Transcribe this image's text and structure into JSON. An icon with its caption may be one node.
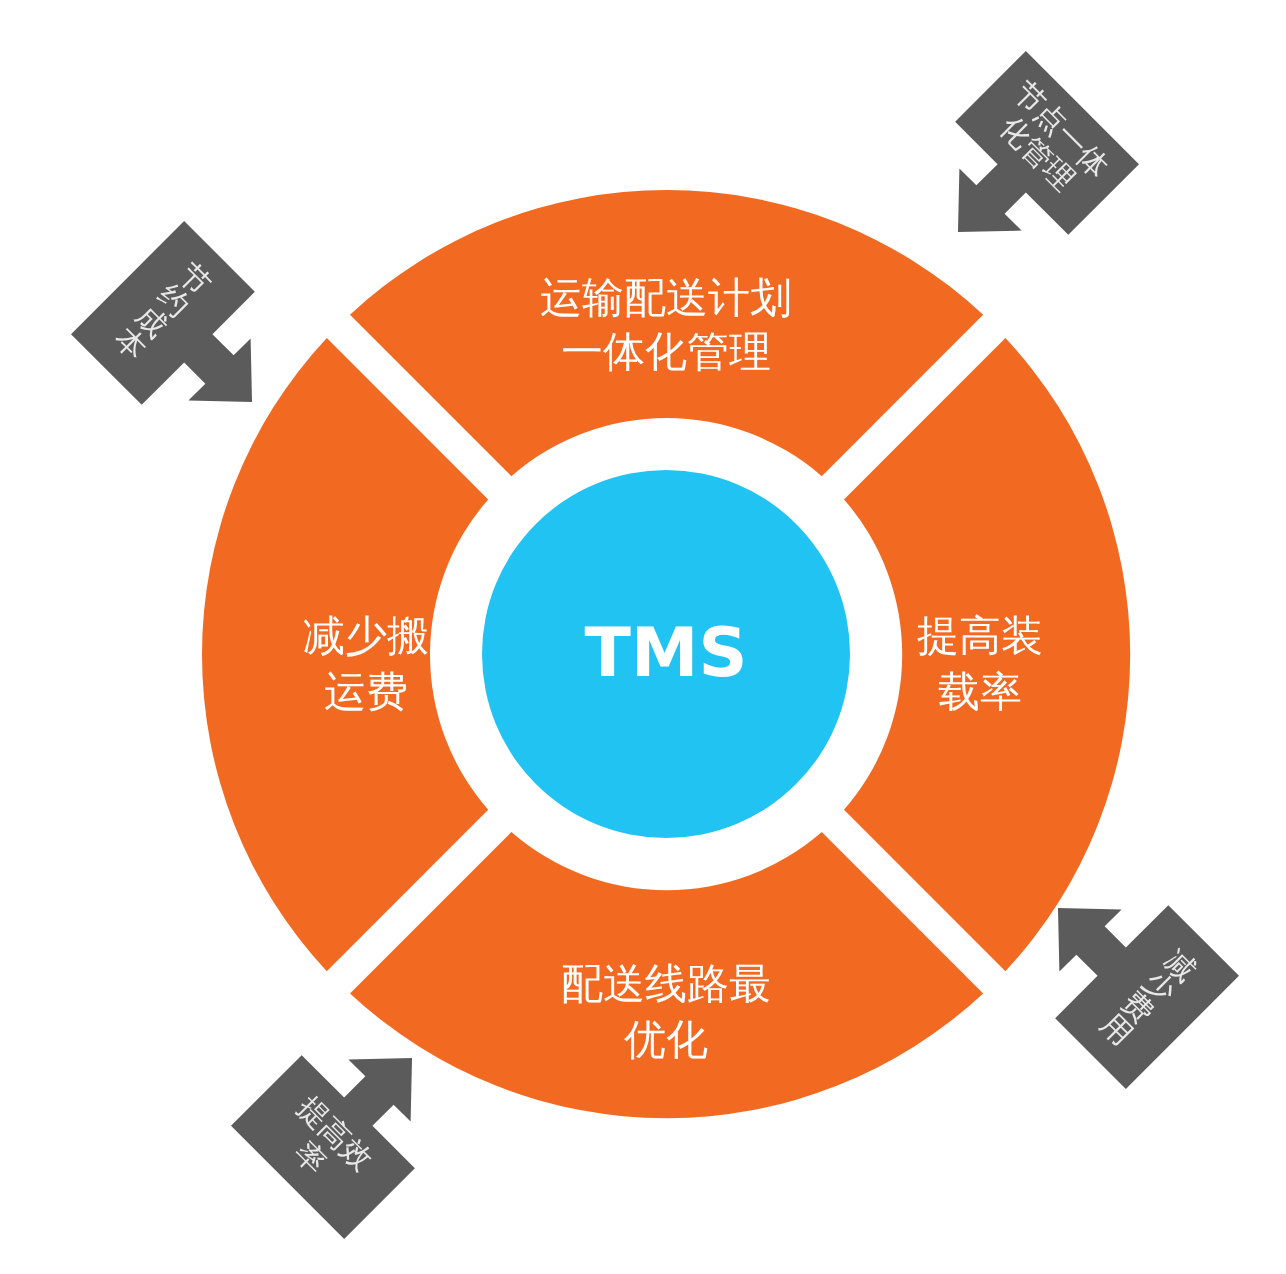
{
  "diagram": {
    "nodes": [
      {
        "text": [
          "运输配送计划一体化管理"
        ]
      },
      {
        "text": [
          "节点一体化管理"
        ]
      },
      {
        "text": [
          "节约成本"
        ]
      },
      {
        "text": [
          "减少搬运费"
        ]
      },
      {
        "text": [
          "TMS"
        ]
      },
      {
        "text": [
          "提高装载率"
        ]
      },
      {
        "text": [
          "减少费用"
        ]
      },
      {
        "text": [
          "配送线路最优化"
        ]
      },
      {
        "text": [
          "提高效率"
        ]
      }
    ]
  }
}
